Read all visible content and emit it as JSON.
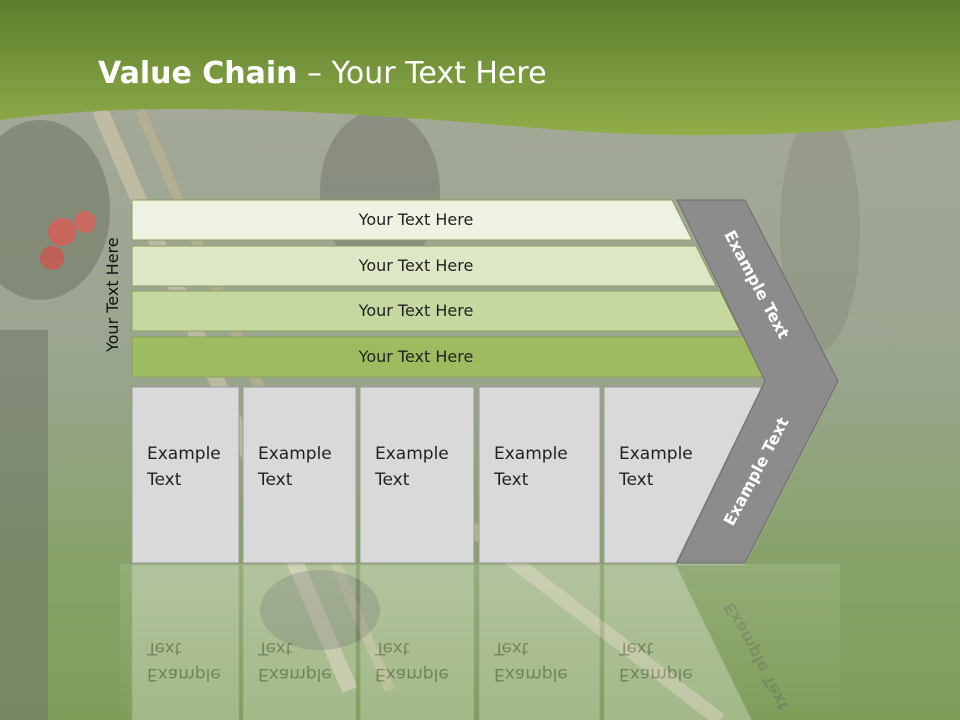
{
  "title": {
    "bold": "Value Chain",
    "regular": " – Your Text Here"
  },
  "side_label": "Your Text Here",
  "bars": [
    {
      "label": "Your Text Here",
      "color": "#eef2e2"
    },
    {
      "label": "Your Text Here",
      "color": "#dde7c6"
    },
    {
      "label": "Your Text Here",
      "color": "#c5d89f"
    },
    {
      "label": "Your Text Here",
      "color": "#9dbb5f"
    }
  ],
  "boxes": [
    {
      "line1": "Example",
      "line2": "Text"
    },
    {
      "line1": "Example",
      "line2": "Text"
    },
    {
      "line1": "Example",
      "line2": "Text"
    },
    {
      "line1": "Example",
      "line2": "Text"
    },
    {
      "line1": "Example",
      "line2": "Text"
    }
  ],
  "chevron": {
    "upper_label": "Example Text",
    "lower_label": "Example Text",
    "color": "#8c8c8c"
  },
  "colors": {
    "header_green": "#86a33e",
    "box_fill": "#d9d9d9"
  }
}
